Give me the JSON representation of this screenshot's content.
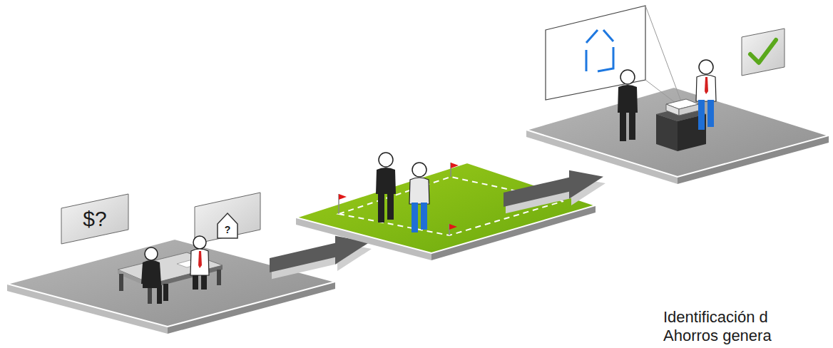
{
  "diagram": {
    "nodes": [
      {
        "text": [
          "$?"
        ]
      },
      {
        "text": [
          "?"
        ]
      }
    ],
    "labels": [
      "Identificación d",
      "Ahorros genera"
    ]
  }
}
